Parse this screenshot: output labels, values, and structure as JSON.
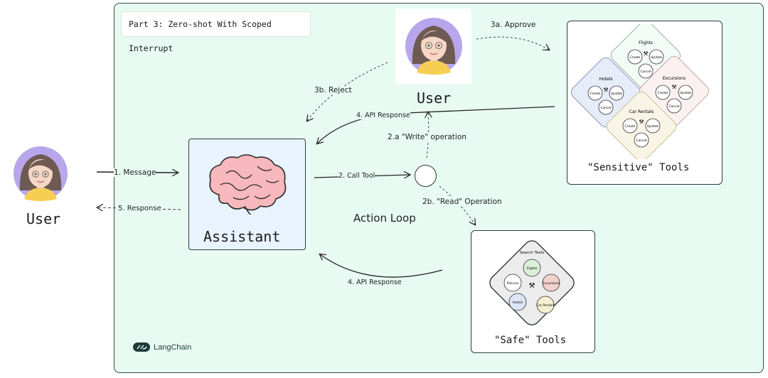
{
  "title": "Part 3: Zero-shot With Scoped Interrupt",
  "user_top_label": "User",
  "user_left_label": "User",
  "assistant_label": "Assistant",
  "action_loop_label": "Action Loop",
  "edges": {
    "message": "1. Message",
    "response": "5. Response",
    "call_tool": "2. Call Tool",
    "write_op": "2.a \"Write\" operation",
    "read_op": "2b. \"Read\" Operation",
    "approve": "3a. Approve",
    "reject": "3b. Reject",
    "api_response_top": "4. API Response",
    "api_response_bottom": "4. API Response"
  },
  "sensitive_tools": {
    "label": "\"Sensitive\" Tools",
    "groups": [
      {
        "name": "Flights",
        "items": [
          "Create",
          "Update",
          "Cancel"
        ]
      },
      {
        "name": "Hotels",
        "items": [
          "Create",
          "Update",
          "Cancel"
        ]
      },
      {
        "name": "Excursions",
        "items": [
          "Create",
          "Update",
          "Cancel"
        ]
      },
      {
        "name": "Car Rentals",
        "items": [
          "Create",
          "Update",
          "Cancel"
        ]
      }
    ]
  },
  "safe_tools": {
    "label": "\"Safe\" Tools",
    "group_name": "Search Tools",
    "items": [
      "Flights",
      "Excursions",
      "Car Rentals",
      "Hotels",
      "Policies"
    ]
  },
  "brand": "LangChain",
  "colors": {
    "panel_bg": "#e8fbf2",
    "assistant_bg": "#e8f3fd",
    "brain_pink": "#f7b8be",
    "avatar_purple": "#b8a6ec",
    "avatar_hair": "#6d5a52",
    "avatar_shirt": "#f6cf52"
  }
}
